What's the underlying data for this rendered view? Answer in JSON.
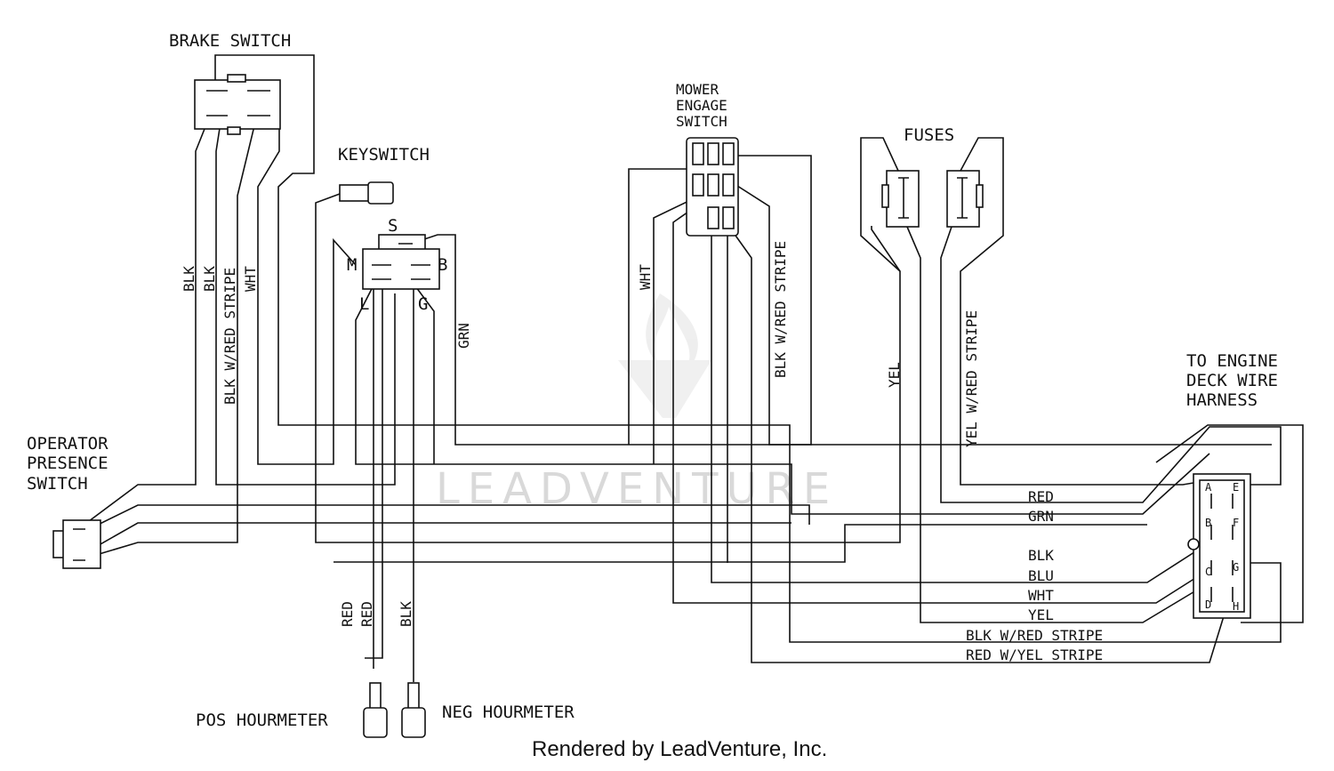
{
  "components": {
    "brake_switch": "BRAKE SWITCH",
    "keyswitch": "KEYSWITCH",
    "mower_engage_switch": [
      "MOWER",
      "ENGAGE",
      "SWITCH"
    ],
    "fuses": "FUSES",
    "engine_harness": [
      "TO ENGINE",
      "DECK WIRE",
      "HARNESS"
    ],
    "operator_presence_switch": [
      "OPERATOR",
      "PRESENCE",
      "SWITCH"
    ],
    "pos_hourmeter": "POS HOURMETER",
    "neg_hourmeter": "NEG HOURMETER"
  },
  "keyswitch_terminals": {
    "s": "S",
    "m": "M",
    "b": "B",
    "l": "L",
    "g": "G"
  },
  "harness_pins": {
    "a": "A",
    "b": "B",
    "c": "C",
    "d": "D",
    "e": "E",
    "f": "F",
    "g": "G",
    "h": "H"
  },
  "wire_labels": {
    "blk_1": "BLK",
    "blk_2": "BLK",
    "blk_red_stripe_1": "BLK W/RED STRIPE",
    "wht_1": "WHT",
    "grn_1": "GRN",
    "wht_2": "WHT",
    "blk_red_stripe_2": "BLK W/RED STRIPE",
    "yel_1": "YEL",
    "yel_red_stripe": "YEL W/RED STRIPE",
    "red_1": "RED",
    "red_2": "RED",
    "blk_3": "BLK"
  },
  "bundle_labels": [
    "RED",
    "GRN",
    "BLK",
    "BLU",
    "WHT",
    "YEL",
    "BLK W/RED STRIPE",
    "RED W/YEL STRIPE"
  ],
  "watermark": "LEADVENTURE",
  "footer": "Rendered by LeadVenture, Inc."
}
